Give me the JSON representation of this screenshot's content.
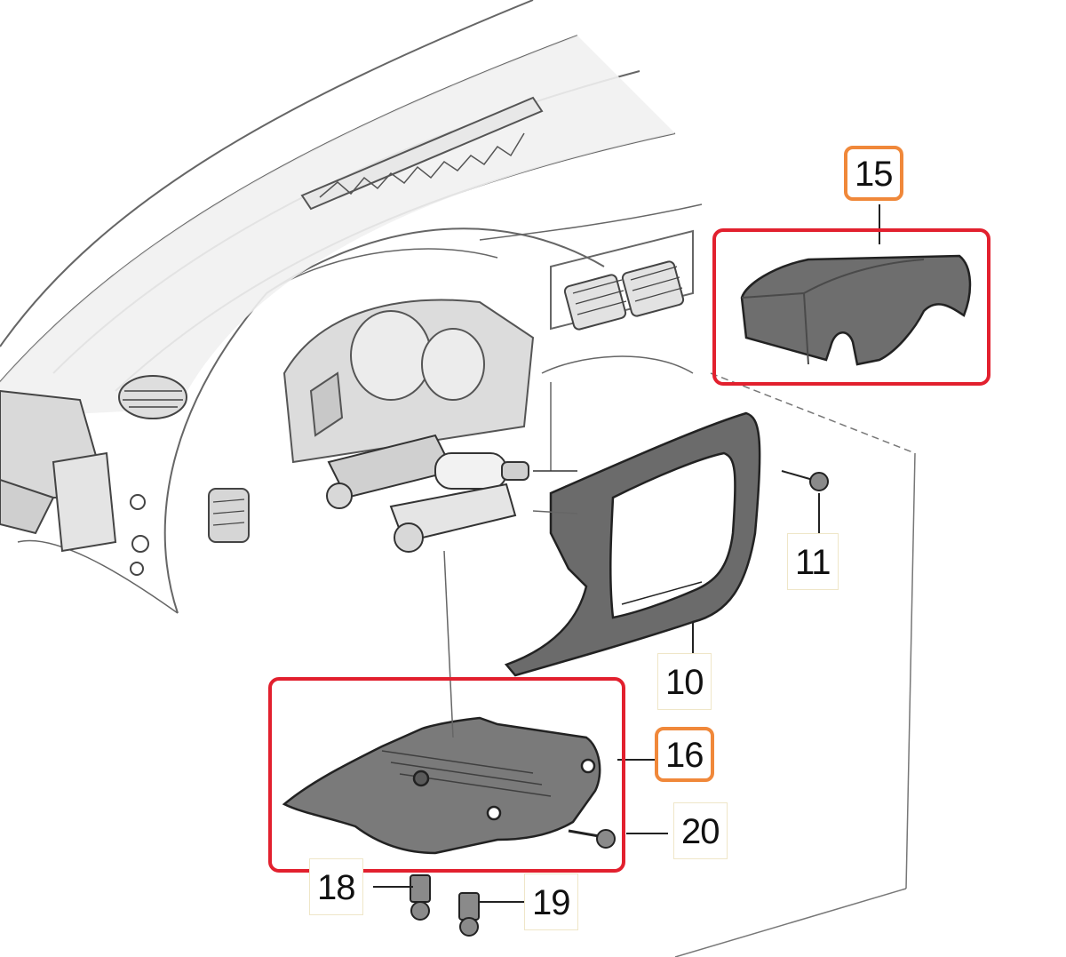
{
  "diagram": {
    "callouts": {
      "p10": "10",
      "p11": "11",
      "p15": "15",
      "p16": "16",
      "p18": "18",
      "p19": "19",
      "p20": "20"
    },
    "highlighted_parts": [
      "15",
      "16"
    ],
    "colors": {
      "highlight_frame": "#e2202e",
      "callout_highlight": "#f0883a",
      "part_fill": "#6e6e6e",
      "line_art": "#555555"
    }
  }
}
